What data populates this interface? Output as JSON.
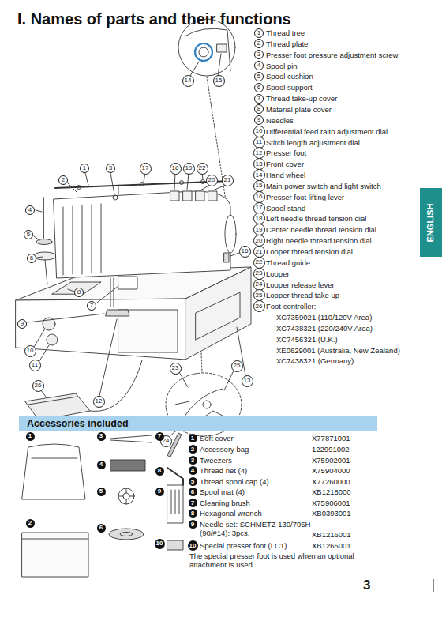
{
  "diagram": {
    "title": "I. Names of parts and their functions",
    "nodes": [
      {
        "text": [
          "ENGLISH"
        ]
      },
      {
        "text": [
          "Accessories included"
        ]
      }
    ],
    "labels": [
      "1",
      "Thread tree",
      "2",
      "Thread plate",
      "3",
      "Presser foot pressure adjustment screw",
      "4",
      "Spool pin",
      "5",
      "Spool cushion",
      "6",
      "Spool support",
      "7",
      "Thread take-up cover",
      "8",
      "Material plate cover",
      "9",
      "Needles",
      "10",
      "Differential feed raito adjustment dial",
      "11",
      "Stitch length adjustment dial",
      "12",
      "Presser foot",
      "13",
      "Front cover",
      "14",
      "Hand wheel",
      "15",
      "Main power switch and light switch",
      "16",
      "Presser foot lifting lever",
      "17",
      "Spool stand",
      "18",
      "Left needle thread tension dial",
      "19",
      "Center needle thread tension dial",
      "20",
      "Right needle thread tension dial",
      "21",
      "Looper thread tension dial",
      "22",
      "Thread guide",
      "23",
      "Looper",
      "24",
      "Looper release lever",
      "25",
      "Lopper thread take up",
      "26",
      "Foot controller:",
      "XC7359021 (110/120V Area)",
      "XC7438321 (220/240V Area)",
      "XC7456321 (U.K.)",
      "XE0629001 (Australia, New Zealand)",
      "XC7438321 (Germany)",
      "14",
      "15",
      "1",
      "3",
      "17",
      "18",
      "19",
      "22",
      "2",
      "20",
      "21",
      "4",
      "5",
      "6",
      "16",
      "8",
      "7",
      "9",
      "10",
      "25",
      "11",
      "23",
      "13",
      "26",
      "12",
      "24",
      "1",
      "3",
      "7",
      "4",
      "8",
      "5",
      "9",
      "2",
      "6",
      "10",
      "1",
      "Soft cover",
      "X77871001",
      "2",
      "Accessory bag",
      "122991002",
      "3",
      "Tweezers",
      "X75902001",
      "4",
      "Thread net (4)",
      "X75904000",
      "5",
      "Thread spool cap (4)",
      "X77260000",
      "6",
      "Spool mat (4)",
      "XB1218000",
      "7",
      "Cleaning brush",
      "X75906001",
      "8",
      "Hexagonal wrench",
      "XB0393001",
      "9",
      "Needle set: SCHMETZ 130/705H (90/#14): 3pcs.",
      "XB1216001",
      "10",
      "Special presser foot (LC1)",
      "XB1265001",
      "The special presser foot is used when an optional attachment is used.",
      "3"
    ]
  }
}
